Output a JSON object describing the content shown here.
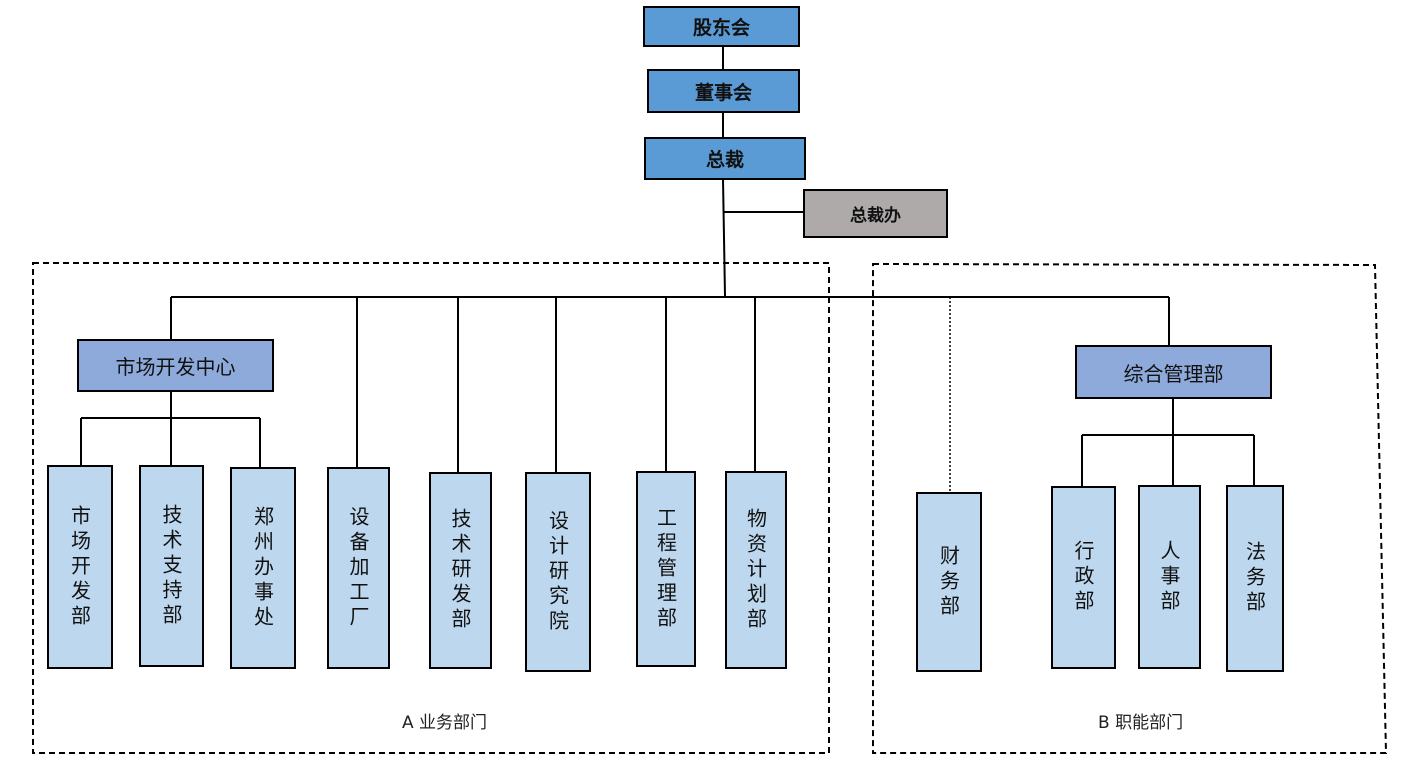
{
  "diagram": {
    "type": "org-chart",
    "top": {
      "shareholders": "股东会",
      "board": "董事会",
      "president": "总裁",
      "president_office": "总裁办"
    },
    "group_a": {
      "label": "A 业务部门",
      "center": "市场开发中心",
      "center_children": [
        "市场开发部",
        "技术支持部",
        "郑州办事处"
      ],
      "departments": [
        "设备加工厂",
        "技术研发部",
        "设计研究院",
        "工程管理部",
        "物资计划部"
      ]
    },
    "group_b": {
      "label": "B 职能部门",
      "finance": "财务部",
      "center": "综合管理部",
      "center_children": [
        "行政部",
        "人事部",
        "法务部"
      ]
    },
    "colors": {
      "top_box": "#5b9bd5",
      "office_box": "#aeaaaa",
      "center_box": "#8eaadb",
      "leaf_box": "#bdd7ee"
    }
  }
}
